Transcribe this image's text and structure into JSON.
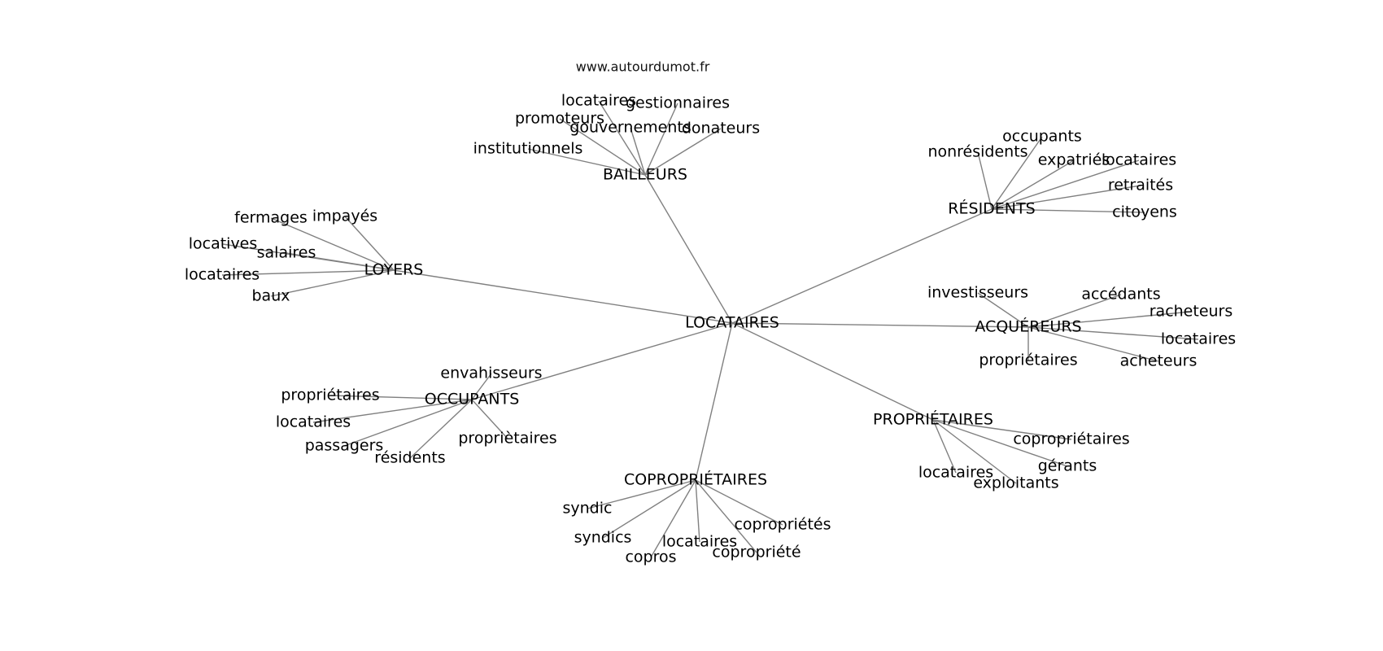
{
  "header": {
    "site": "www.autourdumot.fr"
  },
  "graph": {
    "center": "LOCATAIRES",
    "clusters": [
      {
        "name": "BAILLEURS",
        "words": [
          "locataires",
          "gestionnaires",
          "promoteurs",
          "gouvernements",
          "donateurs",
          "institutionnels"
        ]
      },
      {
        "name": "RÉSIDENTS",
        "words": [
          "occupants",
          "nonrésidents",
          "expatriés",
          "locataires",
          "retraités",
          "citoyens"
        ]
      },
      {
        "name": "LOYERS",
        "words": [
          "fermages",
          "impayés",
          "locatives",
          "salaires",
          "locataires",
          "baux"
        ]
      },
      {
        "name": "ACQUÉREURS",
        "words": [
          "investisseurs",
          "accédants",
          "racheteurs",
          "locataires",
          "propriétaires",
          "acheteurs"
        ]
      },
      {
        "name": "OCCUPANTS",
        "words": [
          "envahisseurs",
          "propriétaires",
          "locataires",
          "passagers",
          "résidents",
          "propriètaires"
        ]
      },
      {
        "name": "PROPRIÉTAIRES",
        "words": [
          "copropriétaires",
          "gérants",
          "locataires",
          "exploitants"
        ]
      },
      {
        "name": "COPROPRIÉTAIRES",
        "words": [
          "syndic",
          "syndics",
          "copros",
          "locataires",
          "copropriétés",
          "copropriété"
        ]
      }
    ]
  }
}
